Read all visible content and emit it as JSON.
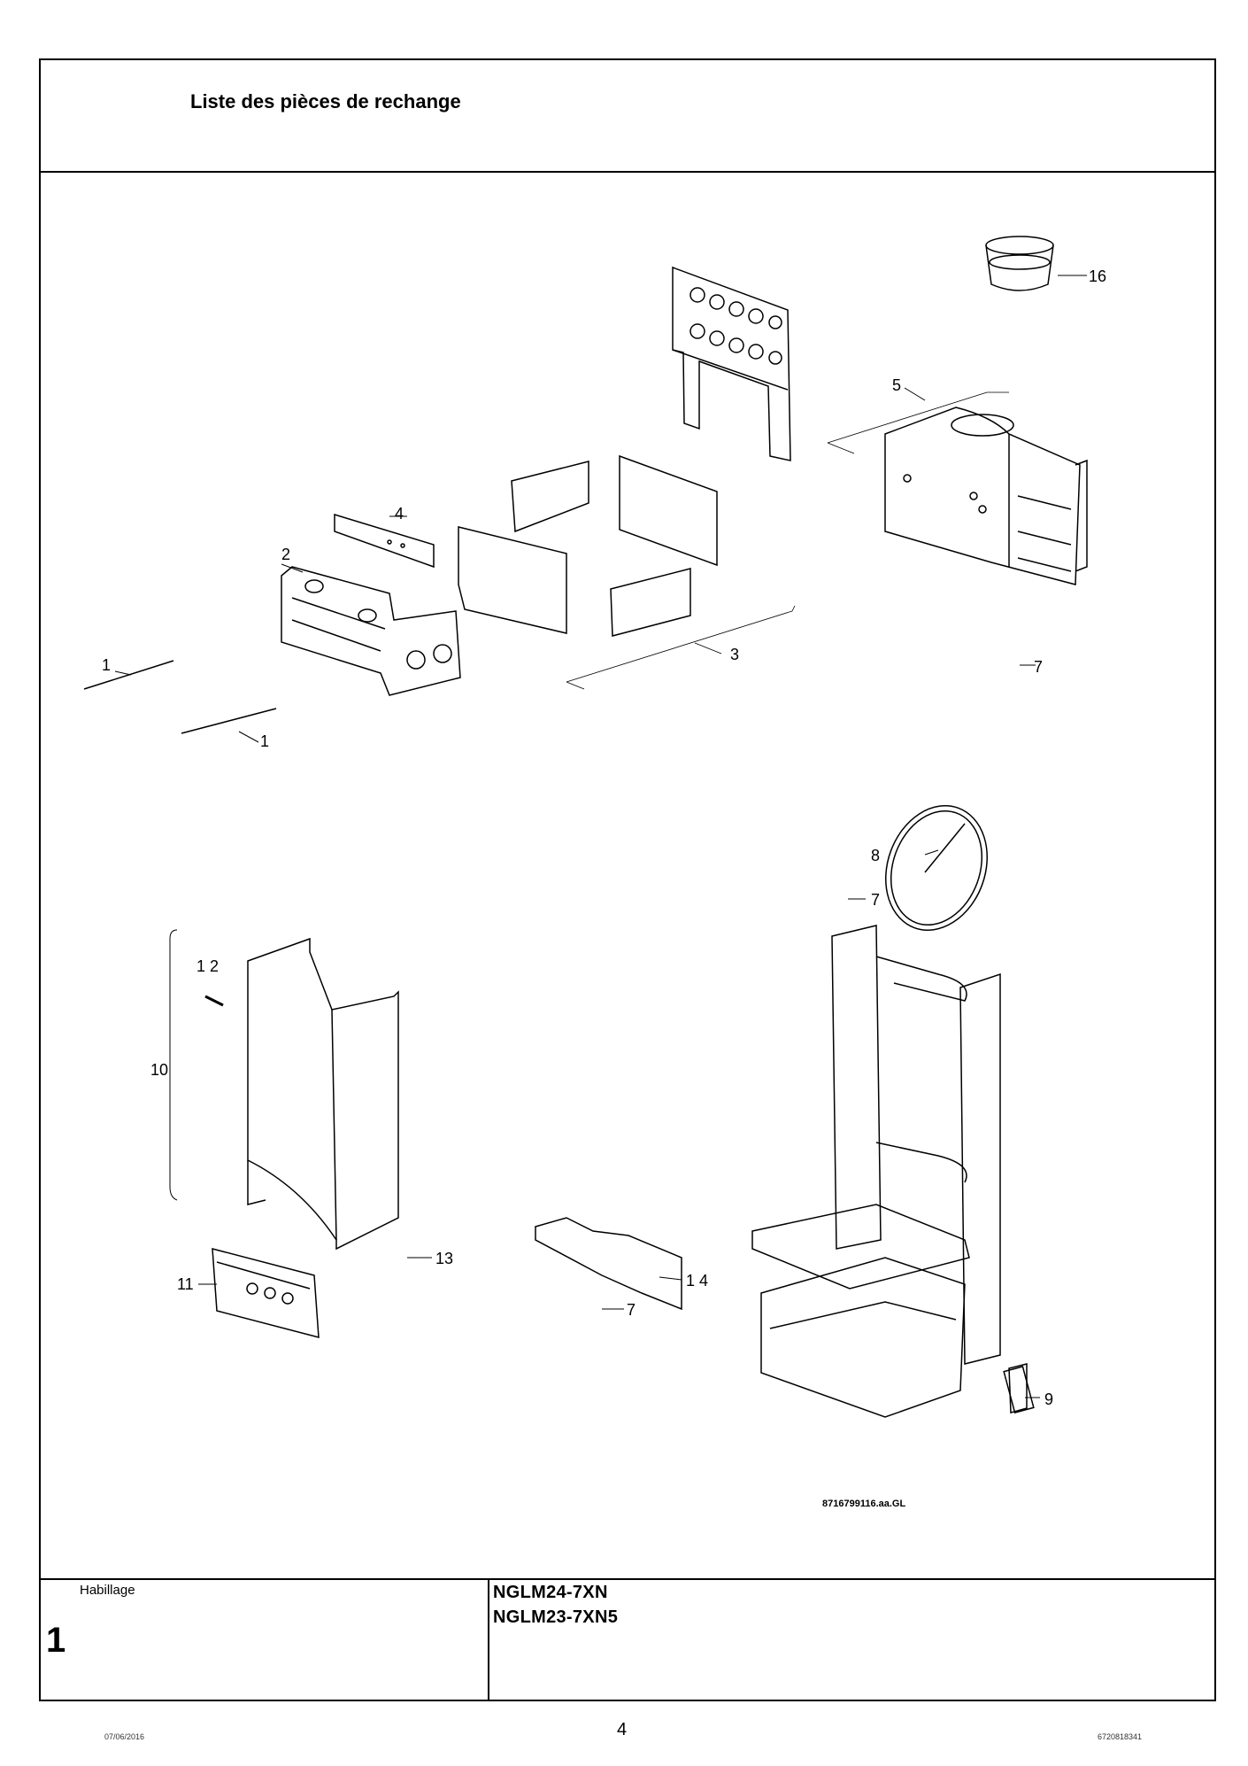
{
  "header": {
    "title": "Liste des pièces de rechange"
  },
  "drawing": {
    "callouts": {
      "c1a": "1",
      "c1b": "1",
      "c2": "2",
      "c3": "3",
      "c4": "4",
      "c5": "5",
      "c16": "16",
      "c7a": "7",
      "c7b": "7",
      "c7c": "7",
      "c8": "8",
      "c9": "9",
      "c10": "10",
      "c11": "11",
      "c12": "1 2",
      "c13": "13",
      "c14": "1 4"
    },
    "reference": "8716799116.aa.GL"
  },
  "footer": {
    "section_label": "Habillage",
    "section_number": "1",
    "models": [
      "NGLM24-7XN",
      "NGLM23-7XN5"
    ],
    "date": "07/06/2016",
    "page_number": "4",
    "doc_number": "6720818341"
  }
}
